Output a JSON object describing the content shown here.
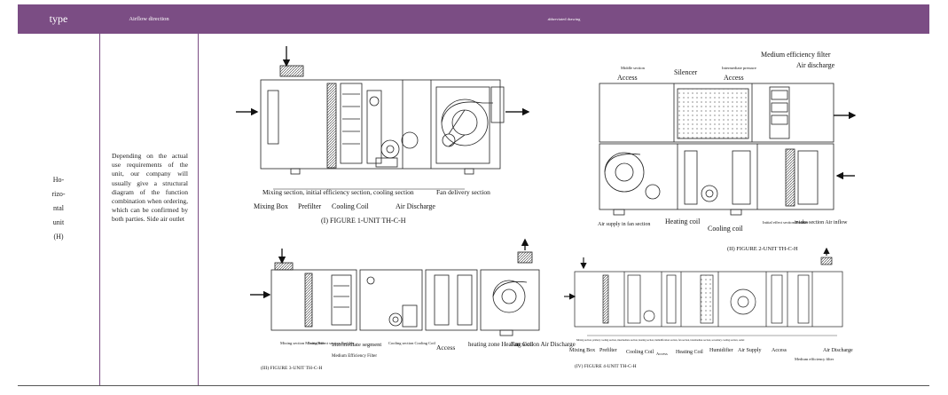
{
  "header": {
    "col_type": "type",
    "col_airflow": "Airflow direction",
    "col_drawing": "abbreviated drawing"
  },
  "row": {
    "type_lines": [
      "Ho-",
      "rizo-",
      "ntal",
      "unit",
      "(H)"
    ],
    "description": "Depending on the actual use requirements of the unit, our company will usually give a structural diagram of the function combination when ordering, which can be confirmed by both parties. Side air outlet"
  },
  "figure1": {
    "caption": "(I) FIGURE 1-UNIT TH-C-H",
    "sections_line": "Mixing section, initial efficiency section, cooling section",
    "fan_section": "Fan delivery section",
    "labels": [
      "Mixing Box",
      "Prefilter",
      "Cooling Coil",
      "Air Discharge"
    ]
  },
  "figure2": {
    "caption": "(II) FIGURE 2-UNIT TH-C-H",
    "top_labels": [
      "Middle section",
      "Access",
      "Silencer",
      "Intermediate pressure",
      "Access",
      "Medium efficiency filter",
      "Air discharge"
    ],
    "bottom_labels": [
      "Air supply in fan section",
      "Heating coil",
      "Cooling coil",
      "Initial effect section Prefilter",
      "intake section Air inflow"
    ]
  },
  "figure3": {
    "caption": "(III) FIGURE 3-UNIT TH-C-H",
    "labels": [
      "Mixing section Mixing Box",
      "Initial effect section Prefilter",
      "Intermediate segment",
      "Medium Efficiency Filter",
      "Cooling section Cooling Coil",
      "Access",
      "heating zone Heating Coil",
      "Fan section Air Discharge"
    ]
  },
  "figure4": {
    "caption": "(IV) FIGURE 4-UNIT TH-C-H",
    "sections_line": "Mixing section, primary cooling section, intermediate section, heating section, humidification section, fan section, intermediate section, secondary cooling section, outlet",
    "labels": [
      "Mixing Box",
      "Prefilter",
      "Cooling Coil",
      "Access",
      "Heating Coil",
      "Humidifier",
      "Air Supply",
      "Access",
      "Medium efficiency filter",
      "Air Discharge"
    ]
  }
}
